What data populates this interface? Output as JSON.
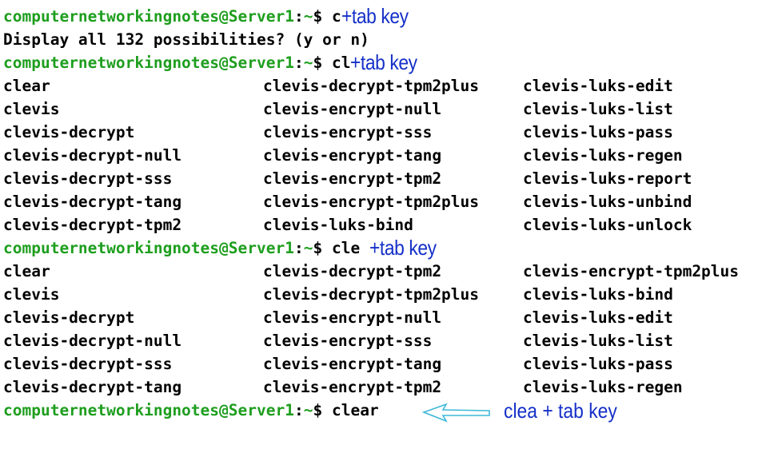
{
  "prompt": {
    "user": "computernetworkingnotes",
    "host": "Server1",
    "sep": ":",
    "path": "~",
    "symbol": "$"
  },
  "blocks": [
    {
      "command": "c",
      "annotation": "+tab key"
    },
    {
      "output": "Display all 132 possibilities? (y or n)"
    },
    {
      "command": "cl",
      "annotation": "+tab key"
    },
    {
      "grid": [
        [
          "clear",
          "clevis-decrypt-tpm2plus",
          "clevis-luks-edit"
        ],
        [
          "clevis",
          "clevis-encrypt-null",
          "clevis-luks-list"
        ],
        [
          "clevis-decrypt",
          "clevis-encrypt-sss",
          "clevis-luks-pass"
        ],
        [
          "clevis-decrypt-null",
          "clevis-encrypt-tang",
          "clevis-luks-regen"
        ],
        [
          "clevis-decrypt-sss",
          "clevis-encrypt-tpm2",
          "clevis-luks-report"
        ],
        [
          "clevis-decrypt-tang",
          "clevis-encrypt-tpm2plus",
          "clevis-luks-unbind"
        ],
        [
          "clevis-decrypt-tpm2",
          "clevis-luks-bind",
          "clevis-luks-unlock"
        ]
      ]
    },
    {
      "command": "cle ",
      "annotation": "+tab key"
    },
    {
      "grid": [
        [
          "clear",
          "clevis-decrypt-tpm2",
          "clevis-encrypt-tpm2plus"
        ],
        [
          "clevis",
          "clevis-decrypt-tpm2plus",
          "clevis-luks-bind"
        ],
        [
          "clevis-decrypt",
          "clevis-encrypt-null",
          "clevis-luks-edit"
        ],
        [
          "clevis-decrypt-null",
          "clevis-encrypt-sss",
          "clevis-luks-list"
        ],
        [
          "clevis-decrypt-sss",
          "clevis-encrypt-tang",
          "clevis-luks-pass"
        ],
        [
          "clevis-decrypt-tang",
          "clevis-encrypt-tpm2",
          "clevis-luks-regen"
        ]
      ]
    },
    {
      "command": "clear",
      "annotation": ""
    }
  ],
  "final_annotation": "clea + tab key",
  "colors": {
    "prompt": "#1e9e1e",
    "annotation": "#1530c8",
    "arrow": "#3fb8d8",
    "text": "#000000"
  },
  "icons": {
    "arrow": "left-arrow-icon"
  }
}
